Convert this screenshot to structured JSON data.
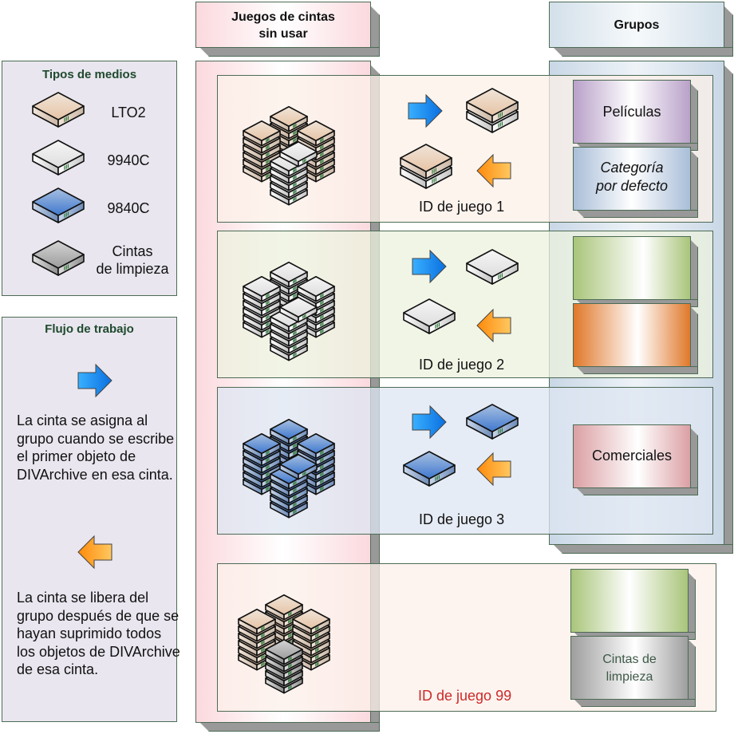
{
  "legend_media": {
    "title": "Tipos de medios",
    "items": [
      {
        "label": "LTO2",
        "color": "lto2"
      },
      {
        "label": "9940C",
        "color": "9940c"
      },
      {
        "label": "9840C",
        "color": "9840c"
      },
      {
        "label_line1": "Cintas",
        "label_line2": "de limpieza",
        "color": "cleaning"
      }
    ]
  },
  "legend_workflow": {
    "title": "Flujo de trabajo",
    "assign_icon": "arrow-right-blue-icon",
    "assign_text": "La cinta se asigna al grupo cuando se escribe el primer objeto de DIVArchive en esa cinta.",
    "release_icon": "arrow-left-orange-icon",
    "release_text": "La cinta se libera del grupo después de que se hayan suprimido todos los objetos de DIVArchive de esa cinta."
  },
  "headers": {
    "unused_sets_line1": "Juegos de cintas",
    "unused_sets_line2": "sin usar",
    "groups": "Grupos"
  },
  "sets": [
    {
      "label": "ID de juego 1",
      "media": "lto2",
      "groups": [
        {
          "label": "Películas",
          "italic": false,
          "color": "purple"
        },
        {
          "label_line1": "Categoría",
          "label_line2": "por defecto",
          "italic": true,
          "color": "blue"
        }
      ]
    },
    {
      "label": "ID de juego 2",
      "media": "9940c",
      "groups": [
        {
          "label": "",
          "color": "green"
        },
        {
          "label": "",
          "color": "orange"
        }
      ]
    },
    {
      "label": "ID de juego 3",
      "media": "9840c",
      "groups": [
        {
          "label": "Comerciales",
          "color": "red"
        }
      ]
    },
    {
      "label": "ID de juego 99",
      "media": "lto2+cleaning",
      "label_color": "#cc2a2a",
      "groups": [
        {
          "label": "",
          "color": "green"
        },
        {
          "label_line1": "Cintas de",
          "label_line2": "limpieza",
          "color": "gray"
        }
      ]
    }
  ],
  "colors": {
    "border": "#4d6b55",
    "legend_bg": "#e9e6ef",
    "title_green": "#1f4a2e",
    "set99_label": "#cc2a2a",
    "cleaning_label": "#3d5a48"
  }
}
